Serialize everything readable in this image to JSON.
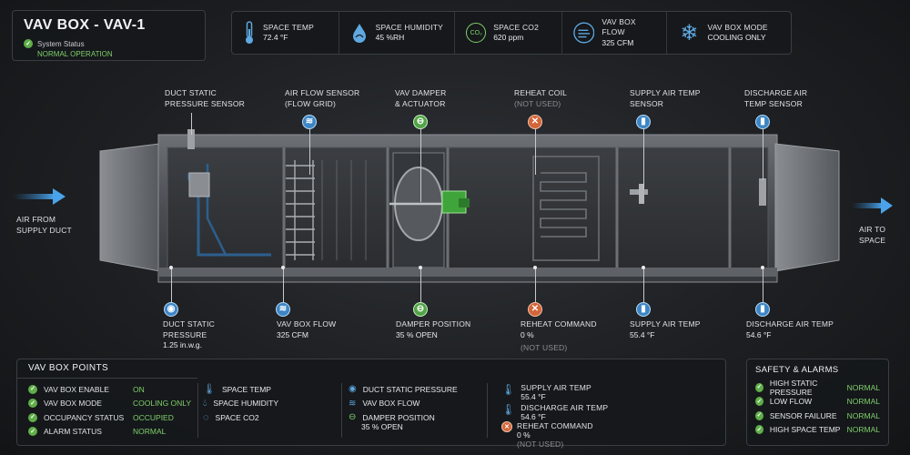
{
  "header": {
    "title": "VAV BOX - VAV-1",
    "status_label": "System Status",
    "status_value": "NORMAL OPERATION"
  },
  "top_metrics": [
    {
      "label": "SPACE TEMP",
      "value": "72.4 °F",
      "icon": "thermometer-icon"
    },
    {
      "label": "SPACE HUMIDITY",
      "value": "45 %RH",
      "icon": "humidity-drop-icon"
    },
    {
      "label": "SPACE CO2",
      "value": "620 ppm",
      "icon": "co2-icon",
      "glyph": "CO₂"
    },
    {
      "label": "VAV BOX FLOW",
      "value": "325 CFM",
      "icon": "airflow-icon"
    },
    {
      "label": "VAV BOX MODE",
      "value": "COOLING ONLY",
      "icon": "snowflake-icon"
    }
  ],
  "flow_labels": {
    "inlet": "AIR FROM\nSUPPLY DUCT",
    "outlet": "AIR TO\nSPACE"
  },
  "callouts_top": [
    {
      "label": "DUCT STATIC\nPRESSURE SENSOR"
    },
    {
      "label": "AIR FLOW SENSOR\n(FLOW GRID)"
    },
    {
      "label": "VAV DAMPER\n& ACTUATOR"
    },
    {
      "label": "REHEAT COIL",
      "note": "(NOT USED)"
    },
    {
      "label": "SUPPLY AIR TEMP\nSENSOR"
    },
    {
      "label": "DISCHARGE AIR\nTEMP SENSOR"
    }
  ],
  "callouts_bottom": [
    {
      "label": "DUCT STATIC\nPRESSURE",
      "value": "1.25 in.w.g."
    },
    {
      "label": "VAV BOX FLOW",
      "value": "325 CFM"
    },
    {
      "label": "DAMPER POSITION",
      "value": "35 % OPEN"
    },
    {
      "label": "REHEAT COMMAND",
      "value": "0 %",
      "note": "(NOT USED)"
    },
    {
      "label": "SUPPLY AIR TEMP",
      "value": "55.4 °F"
    },
    {
      "label": "DISCHARGE AIR TEMP",
      "value": "54.6 °F"
    }
  ],
  "points_panel": {
    "title": "VAV BOX POINTS",
    "col1": [
      {
        "name": "VAV BOX ENABLE",
        "value": "ON"
      },
      {
        "name": "VAV BOX MODE",
        "value": "COOLING ONLY"
      },
      {
        "name": "OCCUPANCY STATUS",
        "value": "OCCUPIED"
      },
      {
        "name": "ALARM STATUS",
        "value": "NORMAL"
      }
    ],
    "col2": [
      {
        "name": "SPACE TEMP"
      },
      {
        "name": "SPACE HUMIDITY"
      },
      {
        "name": "SPACE CO2"
      }
    ],
    "col3": [
      {
        "name": "DUCT STATIC PRESSURE"
      },
      {
        "name": "VAV BOX FLOW"
      },
      {
        "name": "DAMPER POSITION",
        "value": "35 % OPEN"
      }
    ],
    "col4": [
      {
        "name": "SUPPLY AIR TEMP",
        "value": "55.4 °F"
      },
      {
        "name": "DISCHARGE AIR TEMP",
        "value": "54.6 °F"
      },
      {
        "name": "REHEAT COMMAND",
        "value": "0 %",
        "note": "(NOT USED)"
      }
    ]
  },
  "alarms_panel": {
    "title": "SAFETY & ALARMS",
    "items": [
      {
        "name": "HIGH STATIC PRESSURE",
        "value": "NORMAL"
      },
      {
        "name": "LOW FLOW",
        "value": "NORMAL"
      },
      {
        "name": "SENSOR FAILURE",
        "value": "NORMAL"
      },
      {
        "name": "HIGH SPACE TEMP",
        "value": "NORMAL"
      }
    ]
  },
  "colors": {
    "accent_blue": "#3d86c6",
    "ok_green": "#7fd06a",
    "reheat_orange": "#d2663a",
    "actuator_green": "#3fa53a"
  }
}
